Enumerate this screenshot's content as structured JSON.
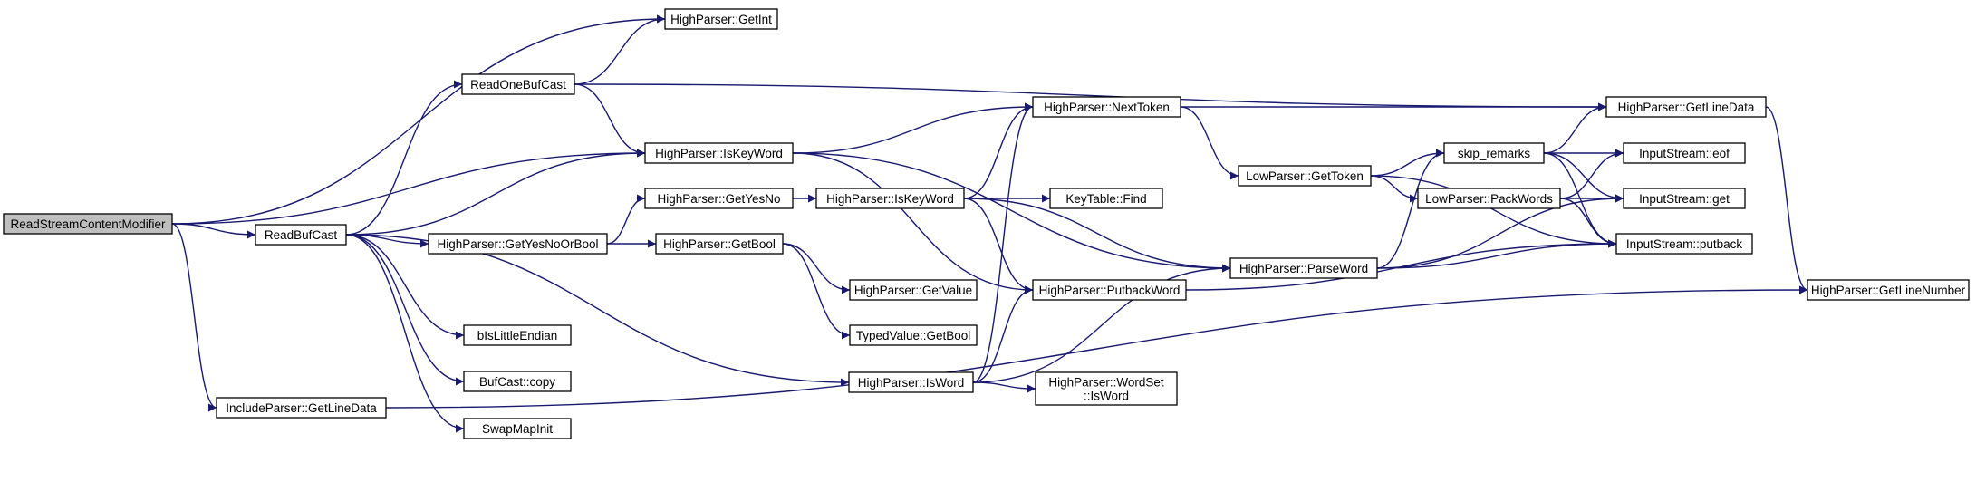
{
  "graph": {
    "title": "",
    "nodes": [
      {
        "id": "root",
        "lines": [
          "ReadStreamContentModifier"
        ],
        "root": true
      },
      {
        "id": "getint",
        "lines": [
          "HighParser::GetInt"
        ]
      },
      {
        "id": "readonebufcast",
        "lines": [
          "ReadOneBufCast"
        ]
      },
      {
        "id": "iskeyword1",
        "lines": [
          "HighParser::IsKeyWord"
        ]
      },
      {
        "id": "readbufcast",
        "lines": [
          "ReadBufCast"
        ]
      },
      {
        "id": "getyesno",
        "lines": [
          "HighParser::GetYesNo"
        ]
      },
      {
        "id": "getyesnoorbool",
        "lines": [
          "HighParser::GetYesNoOrBool"
        ]
      },
      {
        "id": "getbool",
        "lines": [
          "HighParser::GetBool"
        ]
      },
      {
        "id": "bislittleendian",
        "lines": [
          "bIsLittleEndian"
        ]
      },
      {
        "id": "bufcastcopy",
        "lines": [
          "BufCast::copy"
        ]
      },
      {
        "id": "swapmapinit",
        "lines": [
          "SwapMapInit"
        ]
      },
      {
        "id": "includeparser",
        "lines": [
          "IncludeParser::GetLineData"
        ]
      },
      {
        "id": "nexttoken",
        "lines": [
          "HighParser::NextToken"
        ]
      },
      {
        "id": "iskeyword2",
        "lines": [
          "HighParser::IsKeyWord"
        ]
      },
      {
        "id": "keytablefind",
        "lines": [
          "KeyTable::Find"
        ]
      },
      {
        "id": "getvalue",
        "lines": [
          "HighParser::GetValue"
        ]
      },
      {
        "id": "putbackword",
        "lines": [
          "HighParser::PutbackWord"
        ]
      },
      {
        "id": "typedvaluegetbool",
        "lines": [
          "TypedValue::GetBool"
        ]
      },
      {
        "id": "isword",
        "lines": [
          "HighParser::IsWord"
        ]
      },
      {
        "id": "wordset",
        "lines": [
          "HighParser::WordSet",
          "::IsWord"
        ]
      },
      {
        "id": "lowgettoken",
        "lines": [
          "LowParser::GetToken"
        ]
      },
      {
        "id": "parseword",
        "lines": [
          "HighParser::ParseWord"
        ]
      },
      {
        "id": "skipremarks",
        "lines": [
          "skip_remarks"
        ]
      },
      {
        "id": "packwords",
        "lines": [
          "LowParser::PackWords"
        ]
      },
      {
        "id": "getlinedata",
        "lines": [
          "HighParser::GetLineData"
        ]
      },
      {
        "id": "eof",
        "lines": [
          "InputStream::eof"
        ]
      },
      {
        "id": "get",
        "lines": [
          "InputStream::get"
        ]
      },
      {
        "id": "putback",
        "lines": [
          "InputStream::putback"
        ]
      },
      {
        "id": "getlinenumber",
        "lines": [
          "HighParser::GetLineNumber"
        ]
      }
    ],
    "edges": [
      [
        "root",
        "getint"
      ],
      [
        "root",
        "iskeyword1"
      ],
      [
        "root",
        "readbufcast"
      ],
      [
        "root",
        "includeparser"
      ],
      [
        "readonebufcast",
        "getint"
      ],
      [
        "readonebufcast",
        "getlinedata"
      ],
      [
        "readonebufcast",
        "iskeyword1"
      ],
      [
        "readbufcast",
        "readonebufcast"
      ],
      [
        "readbufcast",
        "iskeyword1"
      ],
      [
        "readbufcast",
        "getyesnoorbool"
      ],
      [
        "readbufcast",
        "bislittleendian"
      ],
      [
        "readbufcast",
        "bufcastcopy"
      ],
      [
        "readbufcast",
        "swapmapinit"
      ],
      [
        "readbufcast",
        "isword"
      ],
      [
        "iskeyword1",
        "nexttoken"
      ],
      [
        "iskeyword1",
        "putbackword"
      ],
      [
        "iskeyword1",
        "parseword"
      ],
      [
        "getyesnoorbool",
        "getyesno"
      ],
      [
        "getyesnoorbool",
        "getbool"
      ],
      [
        "getyesno",
        "iskeyword2"
      ],
      [
        "getbool",
        "getvalue"
      ],
      [
        "getbool",
        "typedvaluegetbool"
      ],
      [
        "iskeyword2",
        "nexttoken"
      ],
      [
        "iskeyword2",
        "keytablefind"
      ],
      [
        "iskeyword2",
        "putbackword"
      ],
      [
        "iskeyword2",
        "parseword"
      ],
      [
        "isword",
        "nexttoken"
      ],
      [
        "isword",
        "putbackword"
      ],
      [
        "isword",
        "parseword"
      ],
      [
        "isword",
        "wordset"
      ],
      [
        "includeparser",
        "getlinenumber"
      ],
      [
        "nexttoken",
        "getlinedata"
      ],
      [
        "nexttoken",
        "lowgettoken"
      ],
      [
        "putbackword",
        "putback"
      ],
      [
        "lowgettoken",
        "skipremarks"
      ],
      [
        "lowgettoken",
        "packwords"
      ],
      [
        "lowgettoken",
        "putback"
      ],
      [
        "parseword",
        "skipremarks"
      ],
      [
        "parseword",
        "get"
      ],
      [
        "parseword",
        "putback"
      ],
      [
        "skipremarks",
        "getlinedata"
      ],
      [
        "skipremarks",
        "eof"
      ],
      [
        "skipremarks",
        "get"
      ],
      [
        "skipremarks",
        "putback"
      ],
      [
        "packwords",
        "eof"
      ],
      [
        "packwords",
        "get"
      ],
      [
        "packwords",
        "putback"
      ],
      [
        "getlinedata",
        "getlinenumber"
      ]
    ]
  }
}
